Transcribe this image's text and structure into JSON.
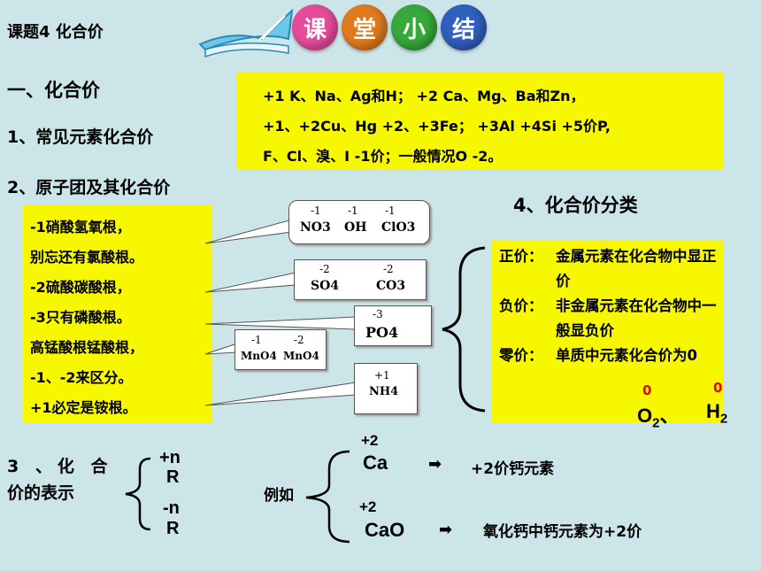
{
  "header": {
    "topic": "课题4   化合价",
    "banner": [
      "课",
      "堂",
      "小",
      "结"
    ]
  },
  "sections": {
    "s1": "一、化合价",
    "s2": "1、常见元素化合价",
    "s3": "2、原子团及其化合价",
    "s4": "4、化合价分类",
    "s5_line1": "3 、化 合",
    "s5_line2": "价的表示"
  },
  "common_valences": [
    "+1 K、Na、Ag和H；  +2 Ca、Mg、Ba和Zn，",
    "+1、+2Cu、Hg +2、+3Fe；   +3Al +4Si +5价P,",
    "F、Cl、溴、I -1价；一般情况O -2。"
  ],
  "rhyme": [
    "-1硝酸氢氧根，",
    "别忘还有氯酸根。",
    "-2硫酸碳酸根，",
    "-3只有磷酸根。",
    "高锰酸根锰酸根，",
    "-1、-2来区分。",
    "+1必定是铵根。"
  ],
  "formulas": {
    "f1": {
      "sups": [
        "-1",
        "-1",
        "-1"
      ],
      "ions": [
        "NO3",
        "OH",
        "ClO3"
      ]
    },
    "f2": {
      "sups": [
        "-2",
        "-2"
      ],
      "ions": [
        "SO4",
        "CO3"
      ]
    },
    "f3": {
      "sups": [
        "-3"
      ],
      "ions": [
        "PO4"
      ]
    },
    "f4": {
      "sups": [
        "-1",
        "-2"
      ],
      "ions": [
        "MnO4",
        "MnO4"
      ]
    },
    "f5": {
      "sups": [
        "+1"
      ],
      "ions": [
        "NH4"
      ]
    }
  },
  "classification": {
    "positive": {
      "label": "正价：",
      "text": "金属元素在化合物中显正价"
    },
    "negative": {
      "label": "负价：",
      "text": "非金属元素在化合物中一般显负价"
    },
    "zero": {
      "label": "零价：",
      "text": "单质中元素化合价为0"
    },
    "examples": [
      {
        "zero": "0",
        "symbol": "O",
        "sub": "2",
        "suffix": "、"
      },
      {
        "zero": "0",
        "symbol": "H",
        "sub": "2",
        "suffix": ""
      }
    ]
  },
  "representation": {
    "pos": "+n",
    "neg": "-n",
    "r": "R",
    "example_label": "例如",
    "ex1": {
      "val": "+2",
      "symbol": "Ca",
      "desc": "+2价钙元素"
    },
    "ex2": {
      "val": "+2",
      "symbol": "CaO",
      "desc": "氧化钙中钙元素为+2价"
    }
  },
  "colors": {
    "background": "#cce5e8",
    "highlight": "#f7f700",
    "zero": "#e00000"
  }
}
